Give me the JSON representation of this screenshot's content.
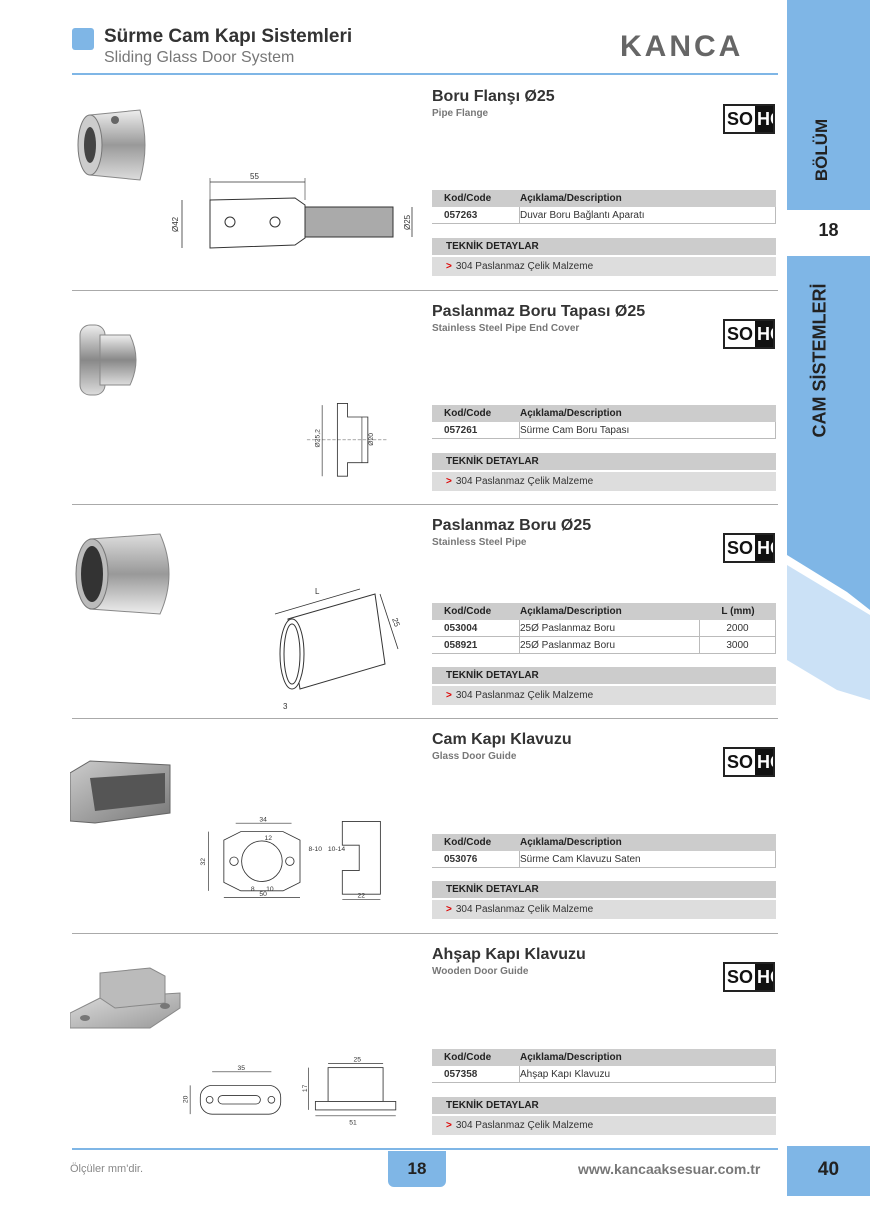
{
  "header": {
    "title": "Sürme Cam Kapı Sistemleri",
    "subtitle": "Sliding Glass Door System",
    "logo": "KANCA"
  },
  "brand_badge": {
    "left": "SO",
    "right": "HO"
  },
  "table_headers": {
    "code": "Kod/Code",
    "desc": "Açıklama/Description",
    "length": "L (mm)"
  },
  "tech_header": "TEKNİK DETAYLAR",
  "tech_arrow": ">",
  "sections": [
    {
      "title": "Boru Flanşı Ø25",
      "subtitle": "Pipe Flange",
      "rows": [
        {
          "code": "057263",
          "desc": "Duvar Boru Bağlantı Aparatı"
        }
      ],
      "tech": "304 Paslanmaz Çelik Malzeme",
      "dims": [
        "55",
        "Ø42",
        "Ø25"
      ]
    },
    {
      "title": "Paslanmaz Boru Tapası Ø25",
      "subtitle": "Stainless Steel Pipe End Cover",
      "rows": [
        {
          "code": "057261",
          "desc": "Sürme Cam Boru Tapası"
        }
      ],
      "tech": "304 Paslanmaz Çelik Malzeme",
      "dims": [
        "Ø25,2",
        "Ø20"
      ]
    },
    {
      "title": "Paslanmaz Boru Ø25",
      "subtitle": "Stainless Steel Pipe",
      "rows": [
        {
          "code": "053004",
          "desc": "25Ø Paslanmaz Boru",
          "length": "2000"
        },
        {
          "code": "058921",
          "desc": "25Ø Paslanmaz Boru",
          "length": "3000"
        }
      ],
      "tech": "304 Paslanmaz Çelik Malzeme",
      "dims": [
        "L",
        "25",
        "3"
      ]
    },
    {
      "title": "Cam Kapı Klavuzu",
      "subtitle": "Glass Door Guide",
      "rows": [
        {
          "code": "053076",
          "desc": "Sürme Cam Klavuzu Saten"
        }
      ],
      "tech": "304 Paslanmaz Çelik Malzeme",
      "dims": [
        "34",
        "32",
        "12",
        "8",
        "10",
        "50",
        "8-10",
        "10-14",
        "22"
      ]
    },
    {
      "title": "Ahşap Kapı Klavuzu",
      "subtitle": "Wooden Door Guide",
      "rows": [
        {
          "code": "057358",
          "desc": "Ahşap Kapı Klavuzu"
        }
      ],
      "tech": "304 Paslanmaz Çelik Malzeme",
      "dims": [
        "35",
        "20",
        "25",
        "17",
        "51"
      ]
    }
  ],
  "sidebar": {
    "section_label": "BÖLÜM",
    "section_number": "18",
    "category": "CAM SİSTEMLERİ"
  },
  "footer": {
    "note": "Ölçüler mm'dir.",
    "section_page": "18",
    "url": "www.kancaaksesuar.com.tr",
    "page_number": "40"
  },
  "colors": {
    "accent": "#7fb6e6",
    "arrow": "#dd0000"
  }
}
